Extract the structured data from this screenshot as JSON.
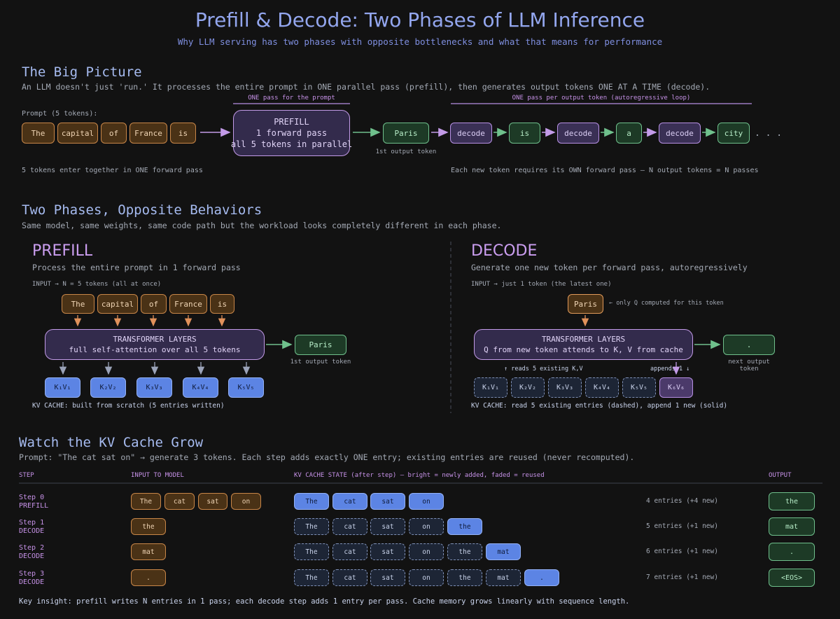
{
  "header": {
    "title": "Prefill & Decode: Two Phases of LLM Inference",
    "subtitle": "Why LLM serving has two phases with opposite bottlenecks and what that means for performance"
  },
  "big_picture": {
    "heading": "The Big Picture",
    "intro": "An LLM doesn't just 'run.' It processes the entire prompt in ONE parallel pass (prefill), then generates output tokens ONE AT A TIME (decode).",
    "prompt_label": "Prompt (5 tokens):",
    "prompt_tokens": [
      "The",
      "capital",
      "of",
      "France",
      "is"
    ],
    "prefill_bracket": "ONE pass for the prompt",
    "decode_bracket": "ONE pass per output token  (autoregressive loop)",
    "prefill_box": [
      "PREFILL",
      "1 forward pass",
      "all 5 tokens in parallel"
    ],
    "first_output": "Paris",
    "first_output_caption": "1st output token",
    "loop": [
      {
        "kind": "decode",
        "label": "decode"
      },
      {
        "kind": "token",
        "label": "is"
      },
      {
        "kind": "decode",
        "label": "decode"
      },
      {
        "kind": "token",
        "label": "a"
      },
      {
        "kind": "decode",
        "label": "decode"
      },
      {
        "kind": "token",
        "label": "city"
      }
    ],
    "ellipsis": ". . .",
    "left_caption": "5 tokens enter together in ONE forward pass",
    "right_caption": "Each new token requires its OWN forward pass — N output tokens = N passes"
  },
  "two_phases": {
    "heading": "Two Phases, Opposite Behaviors",
    "intro": "Same model, same weights, same code path but the workload looks completely different in each phase.",
    "prefill": {
      "title": "PREFILL",
      "desc": "Process the entire prompt in 1 forward pass",
      "input_label": "INPUT  →  N = 5 tokens (all at once)",
      "tokens": [
        "The",
        "capital",
        "of",
        "France",
        "is"
      ],
      "layers_title": "TRANSFORMER LAYERS",
      "layers_desc": "full self-attention over all 5 tokens",
      "output": "Paris",
      "output_caption": "1st output token",
      "kv": [
        "K₁V₁",
        "K₂V₂",
        "K₃V₃",
        "K₄V₄",
        "K₅V₅"
      ],
      "cache_label": "KV CACHE: built from scratch (5 entries written)"
    },
    "decode": {
      "title": "DECODE",
      "desc": "Generate one new token per forward pass, autoregressively",
      "input_label": "INPUT  →  just 1 token (the latest one)",
      "token": "Paris",
      "token_note": "← only Q computed for this token",
      "layers_title": "TRANSFORMER LAYERS",
      "layers_desc": "Q from new token attends to K, V from cache",
      "output": ".",
      "output_caption": "next output token",
      "reads_note": "↑ reads 5 existing K,V",
      "appends_note": "appends 1 ↓",
      "kv_existing": [
        "K₁V₁",
        "K₂V₂",
        "K₃V₃",
        "K₄V₄",
        "K₅V₅"
      ],
      "kv_new": "K₆V₆",
      "cache_label": "KV CACHE: read 5 existing entries (dashed), append 1 new (solid)"
    }
  },
  "kv_grow": {
    "heading": "Watch the KV Cache Grow",
    "intro": "Prompt: \"The cat sat on\"  →  generate 3 tokens.  Each step adds exactly ONE entry; existing entries are reused (never recomputed).",
    "columns": {
      "step": "STEP",
      "input": "INPUT TO MODEL",
      "cache": "KV CACHE STATE  (after step)  —  bright = newly added, faded = reused",
      "output": "OUTPUT"
    },
    "rows": [
      {
        "step": "Step 0",
        "phase": "PREFILL",
        "inputs": [
          "The",
          "cat",
          "sat",
          "on"
        ],
        "reused": [],
        "added": [
          "The",
          "cat",
          "sat",
          "on"
        ],
        "count": "4 entries  (+4 new)",
        "output": "the"
      },
      {
        "step": "Step 1",
        "phase": "DECODE",
        "inputs": [
          "the"
        ],
        "reused": [
          "The",
          "cat",
          "sat",
          "on"
        ],
        "added": [
          "the"
        ],
        "count": "5 entries  (+1 new)",
        "output": "mat"
      },
      {
        "step": "Step 2",
        "phase": "DECODE",
        "inputs": [
          "mat"
        ],
        "reused": [
          "The",
          "cat",
          "sat",
          "on",
          "the"
        ],
        "added": [
          "mat"
        ],
        "count": "6 entries  (+1 new)",
        "output": "."
      },
      {
        "step": "Step 3",
        "phase": "DECODE",
        "inputs": [
          "."
        ],
        "reused": [
          "The",
          "cat",
          "sat",
          "on",
          "the",
          "mat"
        ],
        "added": [
          "."
        ],
        "count": "7 entries  (+1 new)",
        "output": "<EOS>"
      }
    ],
    "key_insight": "Key insight:  prefill writes N entries in 1 pass; each decode step adds 1 entry per pass. Cache memory grows linearly with sequence length."
  },
  "colors": {
    "token": "#c88648",
    "output": "#6fc08c",
    "decode": "#b790e4",
    "kv_new": "#5c84e4",
    "kv_reused": "#7f90b7"
  }
}
